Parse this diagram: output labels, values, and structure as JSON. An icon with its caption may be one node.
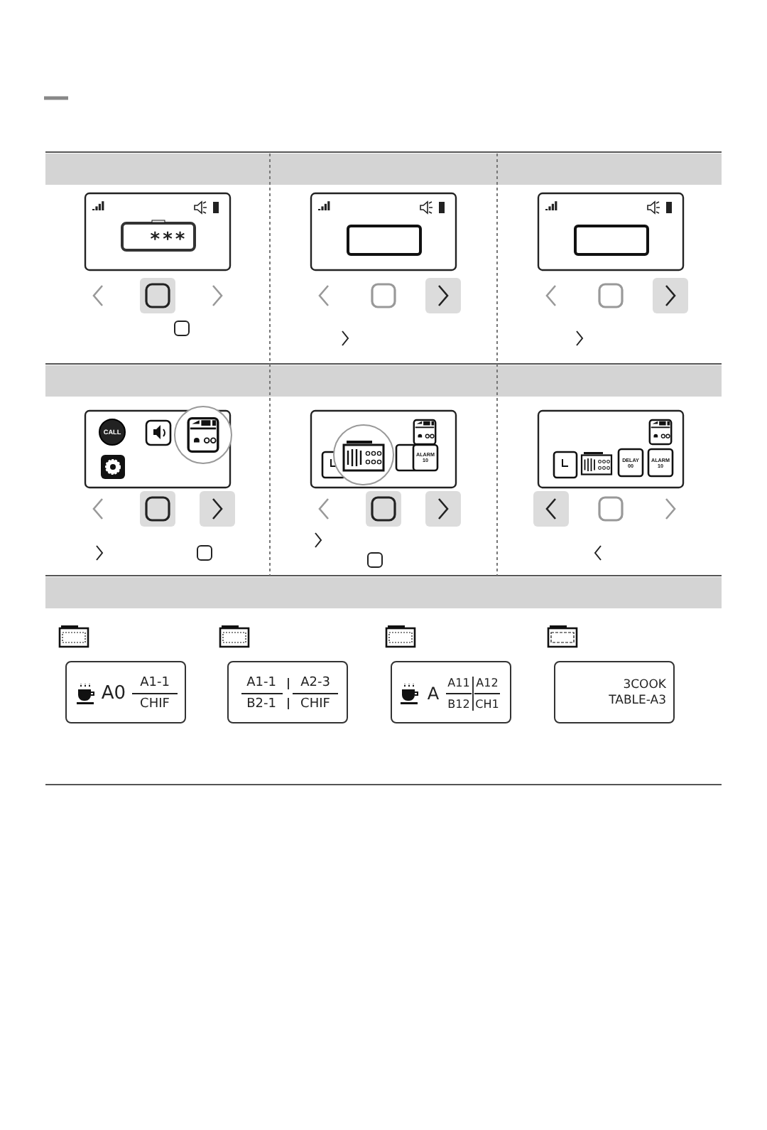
{
  "diagram": {
    "nodes": [
      {
        "text": [
          "***"
        ]
      },
      {
        "text": [
          "A0",
          "A1-1",
          "CHIF"
        ]
      },
      {
        "text": [
          "A1-1",
          "A2-3",
          "B2-1",
          "CHIF"
        ]
      },
      {
        "text": [
          "A",
          "A11",
          "A12",
          "B12",
          "CH1"
        ]
      },
      {
        "text": [
          "3COOK TABLE-A3"
        ]
      }
    ],
    "labels": [
      "CALL",
      "ALARM 10",
      "DELAY 00",
      "ALARM 10"
    ]
  }
}
